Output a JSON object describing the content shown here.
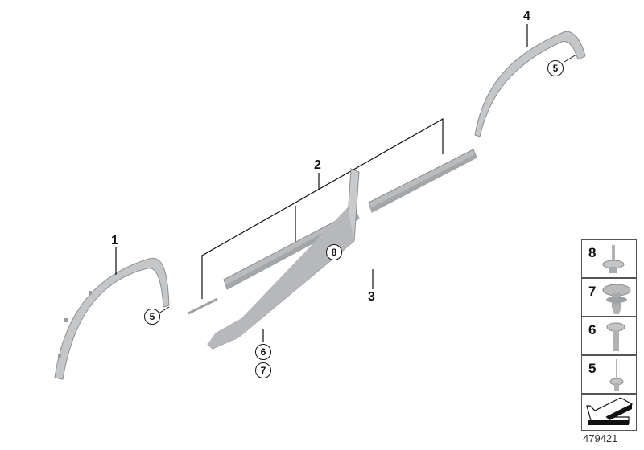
{
  "diagram": {
    "id_number": "479421",
    "callouts": [
      {
        "num": "1",
        "style": "plain",
        "part": "wheel-arch-trim-front"
      },
      {
        "num": "2",
        "style": "plain",
        "part": "side-sill-brackets"
      },
      {
        "num": "3",
        "style": "plain",
        "part": "side-sill-cover"
      },
      {
        "num": "4",
        "style": "plain",
        "part": "wheel-arch-trim-rear"
      },
      {
        "num": "5",
        "style": "circled",
        "part": "front-arch-fastener"
      },
      {
        "num": "5",
        "style": "circled",
        "part": "rear-arch-fastener"
      },
      {
        "num": "6",
        "style": "circled",
        "part": "sill-fastener"
      },
      {
        "num": "7",
        "style": "circled",
        "part": "sill-clip"
      },
      {
        "num": "8",
        "style": "circled",
        "part": "bracket-fastener"
      }
    ],
    "legend": [
      {
        "num": "8",
        "part": "screw-grommet"
      },
      {
        "num": "7",
        "part": "expanding-clip"
      },
      {
        "num": "6",
        "part": "bolt"
      },
      {
        "num": "5",
        "part": "rivet"
      }
    ],
    "colors": {
      "part_fill": "#bfc1c3",
      "part_dark": "#9ea1a4",
      "line": "#111111"
    }
  }
}
